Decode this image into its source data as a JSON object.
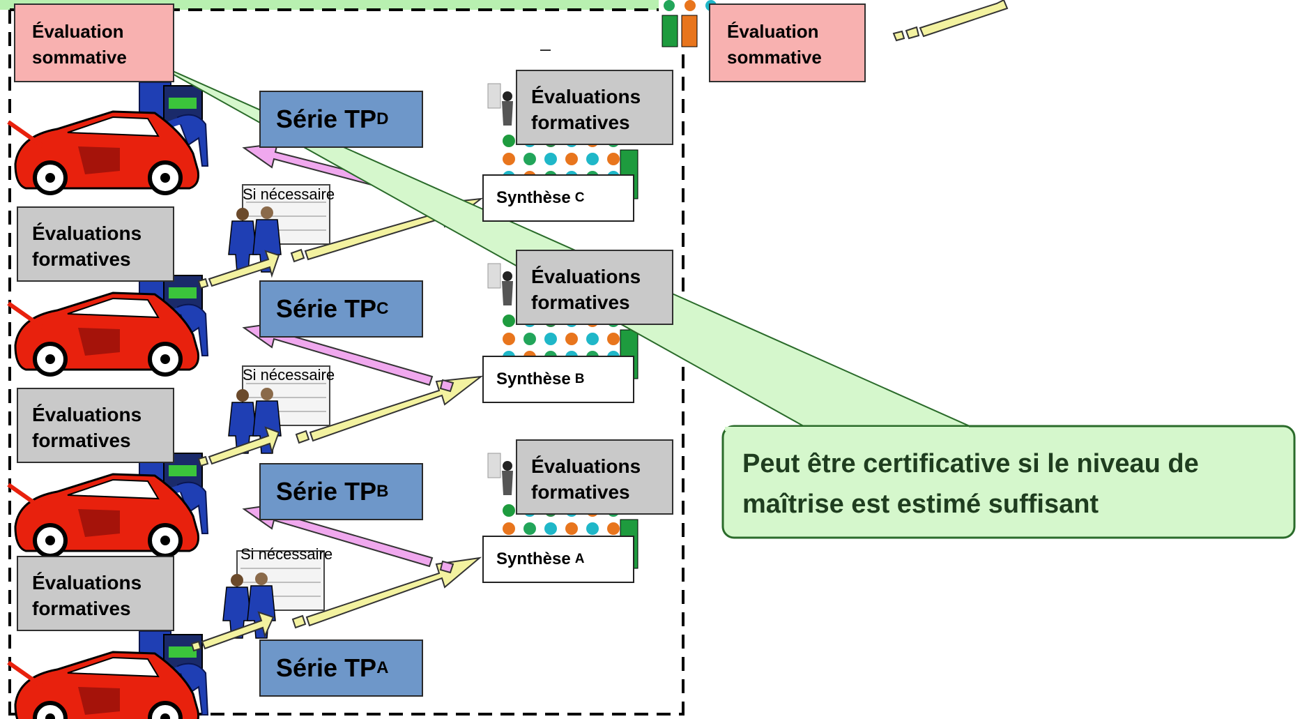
{
  "summative_label": "Évaluation sommative",
  "formative_label": "Évaluations formatives",
  "note_label": "Si nécessaire",
  "tp_series": [
    {
      "prefix": "Série TP",
      "letter": "D"
    },
    {
      "prefix": "Série TP",
      "letter": "C"
    },
    {
      "prefix": "Série TP",
      "letter": "B"
    },
    {
      "prefix": "Série TP",
      "letter": "A"
    }
  ],
  "syntheses": [
    {
      "prefix": "Synthèse",
      "letter": "C"
    },
    {
      "prefix": "Synthèse",
      "letter": "B"
    },
    {
      "prefix": "Synthèse",
      "letter": "A"
    }
  ],
  "callout_text": "Peut être certificative si le niveau de maîtrise est estimé suffisant",
  "colors": {
    "summative_fill": "#f8b1b0",
    "formative_fill": "#c9c9c9",
    "tp_fill": "#6e97c9",
    "callout_fill": "#d5f7cc",
    "callout_border": "#2a6b2a",
    "arrow_yellow": "#f3f2a0",
    "arrow_pink": "#f0a8ee",
    "car_red": "#e8210d",
    "mechanic_blue": "#1f3fb4",
    "top_band_green": "#b8f0b0"
  },
  "icons": [
    "car-icon",
    "mechanic-icon",
    "technician-pair-icon",
    "classroom-icon"
  ]
}
